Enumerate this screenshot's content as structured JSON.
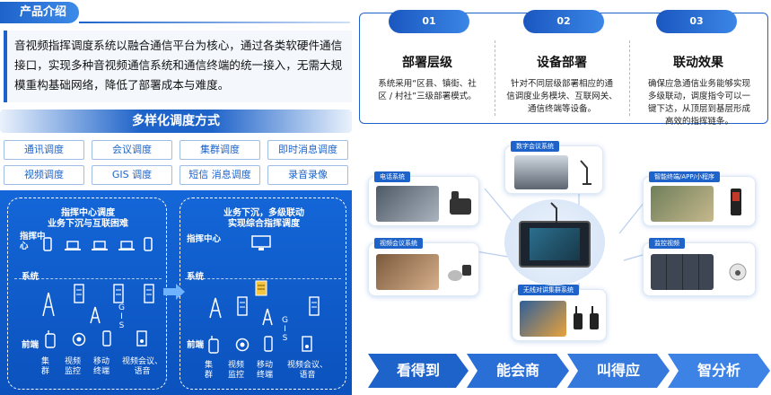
{
  "header": {
    "title": "产品介绍"
  },
  "intro": {
    "text": "音视频指挥调度系统以融合通信平台为核心，通过各类软硬件通信接口，实现多种音视频通信系统和通信终端的统一接入，无需大规模重构基础网络，降低了部署成本与难度。"
  },
  "modes": {
    "title": "多样化调度方式",
    "items": [
      "通讯调度",
      "会议调度",
      "集群调度",
      "即时消息调度",
      "视频调度",
      "GIS 调度",
      "短信 消息调度",
      "录音录像"
    ]
  },
  "diagram": {
    "left_title": "指挥中心调度\n业务下沉与互联困难",
    "right_title": "业务下沉，多级联动\n实现综合指挥调度",
    "row_center": "指挥中\n心",
    "row_system": "系统",
    "row_front": "前端",
    "row_center_right": "指挥中心",
    "gis": "G\nI\nS",
    "cats": [
      "集\n群",
      "视频\n监控",
      "移动\n终端",
      "视频会议、\n语音"
    ]
  },
  "features": [
    {
      "num": "01",
      "title": "部署层级",
      "desc": "系统采用“区县、镇街、社\n区 / 村社”三级部署模式。"
    },
    {
      "num": "02",
      "title": "设备部署",
      "desc": "针对不同层级部署相应的通\n信调度业务模块、互联网关、\n通信终端等设备。"
    },
    {
      "num": "03",
      "title": "联动效果",
      "desc": "确保应急通信业务能够实现\n多级联动，调度指令可以一\n键下达，从顶层到基层形成\n高效的指挥链条。"
    }
  ],
  "devices": [
    "数字会议系统",
    "电话系统",
    "智能终端/APP/小程序",
    "视频会议系统",
    "监控视频",
    "无线对讲集群系统"
  ],
  "banner": [
    "看得到",
    "能会商",
    "叫得应",
    "智分析"
  ],
  "colors": {
    "primary": "#1e63c9",
    "banner": "#2f73db"
  }
}
